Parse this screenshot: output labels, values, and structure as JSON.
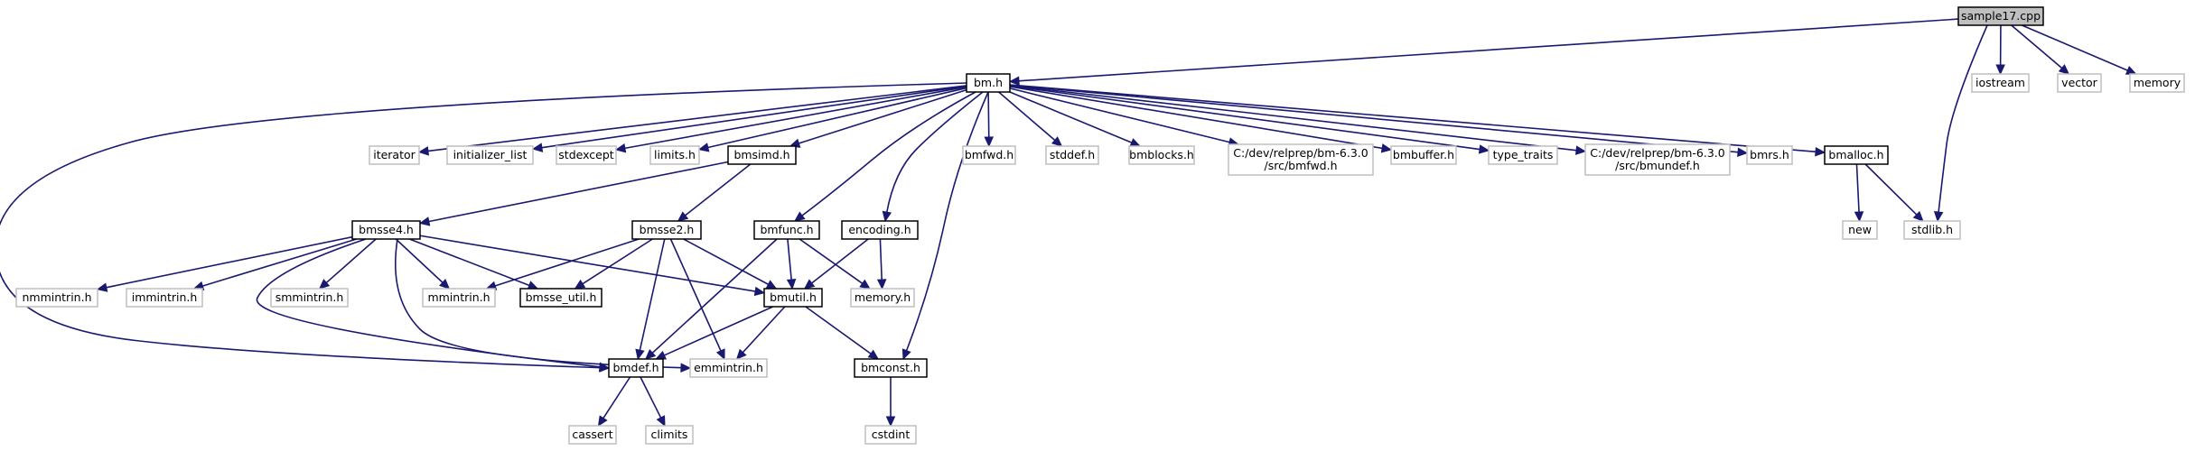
{
  "graph": {
    "colors": {
      "edge": "#191970",
      "documented_border": "#000000",
      "external_border": "#bfbfbf",
      "root_fill": "#bfbfbf",
      "background": "#ffffff"
    },
    "nodes": [
      {
        "id": "sample17",
        "lines": [
          "sample17.cpp"
        ],
        "kind": "root"
      },
      {
        "id": "iostream",
        "lines": [
          "iostream"
        ],
        "kind": "external"
      },
      {
        "id": "vector",
        "lines": [
          "vector"
        ],
        "kind": "external"
      },
      {
        "id": "memory",
        "lines": [
          "memory"
        ],
        "kind": "external"
      },
      {
        "id": "bm_h",
        "lines": [
          "bm.h"
        ],
        "kind": "documented"
      },
      {
        "id": "iterator",
        "lines": [
          "iterator"
        ],
        "kind": "external"
      },
      {
        "id": "initializer_list",
        "lines": [
          "initializer_list"
        ],
        "kind": "external"
      },
      {
        "id": "stdexcept",
        "lines": [
          "stdexcept"
        ],
        "kind": "external"
      },
      {
        "id": "limits_h",
        "lines": [
          "limits.h"
        ],
        "kind": "external"
      },
      {
        "id": "bmsimd_h",
        "lines": [
          "bmsimd.h"
        ],
        "kind": "documented"
      },
      {
        "id": "bmfwd_h",
        "lines": [
          "bmfwd.h"
        ],
        "kind": "external"
      },
      {
        "id": "stddef_h",
        "lines": [
          "stddef.h"
        ],
        "kind": "external"
      },
      {
        "id": "bmblocks_h",
        "lines": [
          "bmblocks.h"
        ],
        "kind": "external"
      },
      {
        "id": "bmfwd_path",
        "lines": [
          "C:/dev/relprep/bm-6.3.0",
          "/src/bmfwd.h"
        ],
        "kind": "external"
      },
      {
        "id": "bmbuffer_h",
        "lines": [
          "bmbuffer.h"
        ],
        "kind": "external"
      },
      {
        "id": "type_traits",
        "lines": [
          "type_traits"
        ],
        "kind": "external"
      },
      {
        "id": "bmundef_path",
        "lines": [
          "C:/dev/relprep/bm-6.3.0",
          "/src/bmundef.h"
        ],
        "kind": "external"
      },
      {
        "id": "bmrs_h",
        "lines": [
          "bmrs.h"
        ],
        "kind": "external"
      },
      {
        "id": "bmalloc_h",
        "lines": [
          "bmalloc.h"
        ],
        "kind": "documented"
      },
      {
        "id": "new",
        "lines": [
          "new"
        ],
        "kind": "external"
      },
      {
        "id": "stdlib_h",
        "lines": [
          "stdlib.h"
        ],
        "kind": "external"
      },
      {
        "id": "bmsse4_h",
        "lines": [
          "bmsse4.h"
        ],
        "kind": "documented"
      },
      {
        "id": "bmsse2_h",
        "lines": [
          "bmsse2.h"
        ],
        "kind": "documented"
      },
      {
        "id": "bmfunc_h",
        "lines": [
          "bmfunc.h"
        ],
        "kind": "documented"
      },
      {
        "id": "encoding_h",
        "lines": [
          "encoding.h"
        ],
        "kind": "documented"
      },
      {
        "id": "nmmintrin_h",
        "lines": [
          "nmmintrin.h"
        ],
        "kind": "external"
      },
      {
        "id": "immintrin_h",
        "lines": [
          "immintrin.h"
        ],
        "kind": "external"
      },
      {
        "id": "smmintrin_h",
        "lines": [
          "smmintrin.h"
        ],
        "kind": "external"
      },
      {
        "id": "mmintrin_h",
        "lines": [
          "mmintrin.h"
        ],
        "kind": "external"
      },
      {
        "id": "bmsse_util_h",
        "lines": [
          "bmsse_util.h"
        ],
        "kind": "documented"
      },
      {
        "id": "bmutil_h",
        "lines": [
          "bmutil.h"
        ],
        "kind": "documented"
      },
      {
        "id": "memory_h",
        "lines": [
          "memory.h"
        ],
        "kind": "external"
      },
      {
        "id": "bmdef_h",
        "lines": [
          "bmdef.h"
        ],
        "kind": "documented"
      },
      {
        "id": "emmintrin_h",
        "lines": [
          "emmintrin.h"
        ],
        "kind": "external"
      },
      {
        "id": "bmconst_h",
        "lines": [
          "bmconst.h"
        ],
        "kind": "documented"
      },
      {
        "id": "cassert",
        "lines": [
          "cassert"
        ],
        "kind": "external"
      },
      {
        "id": "climits",
        "lines": [
          "climits"
        ],
        "kind": "external"
      },
      {
        "id": "cstdint",
        "lines": [
          "cstdint"
        ],
        "kind": "external"
      }
    ],
    "edges": [
      [
        "sample17",
        "bm_h"
      ],
      [
        "sample17",
        "iostream"
      ],
      [
        "sample17",
        "vector"
      ],
      [
        "sample17",
        "memory"
      ],
      [
        "sample17",
        "stdlib_h"
      ],
      [
        "bm_h",
        "iterator"
      ],
      [
        "bm_h",
        "initializer_list"
      ],
      [
        "bm_h",
        "stdexcept"
      ],
      [
        "bm_h",
        "limits_h"
      ],
      [
        "bm_h",
        "bmsimd_h"
      ],
      [
        "bm_h",
        "bmfwd_h"
      ],
      [
        "bm_h",
        "stddef_h"
      ],
      [
        "bm_h",
        "bmblocks_h"
      ],
      [
        "bm_h",
        "bmfwd_path"
      ],
      [
        "bm_h",
        "bmbuffer_h"
      ],
      [
        "bm_h",
        "type_traits"
      ],
      [
        "bm_h",
        "bmundef_path"
      ],
      [
        "bm_h",
        "bmrs_h"
      ],
      [
        "bm_h",
        "bmalloc_h"
      ],
      [
        "bm_h",
        "bmdef_h"
      ],
      [
        "bm_h",
        "bmfunc_h"
      ],
      [
        "bm_h",
        "encoding_h"
      ],
      [
        "bm_h",
        "bmconst_h"
      ],
      [
        "bmalloc_h",
        "new"
      ],
      [
        "bmalloc_h",
        "stdlib_h"
      ],
      [
        "bmsimd_h",
        "bmsse4_h"
      ],
      [
        "bmsimd_h",
        "bmsse2_h"
      ],
      [
        "bmsse4_h",
        "nmmintrin_h"
      ],
      [
        "bmsse4_h",
        "immintrin_h"
      ],
      [
        "bmsse4_h",
        "smmintrin_h"
      ],
      [
        "bmsse4_h",
        "mmintrin_h"
      ],
      [
        "bmsse4_h",
        "bmsse_util_h"
      ],
      [
        "bmsse4_h",
        "bmutil_h"
      ],
      [
        "bmsse4_h",
        "bmdef_h"
      ],
      [
        "bmsse4_h",
        "emmintrin_h"
      ],
      [
        "bmsse2_h",
        "mmintrin_h"
      ],
      [
        "bmsse2_h",
        "bmsse_util_h"
      ],
      [
        "bmsse2_h",
        "bmutil_h"
      ],
      [
        "bmsse2_h",
        "bmdef_h"
      ],
      [
        "bmsse2_h",
        "emmintrin_h"
      ],
      [
        "bmfunc_h",
        "bmdef_h"
      ],
      [
        "bmfunc_h",
        "bmutil_h"
      ],
      [
        "bmfunc_h",
        "memory_h"
      ],
      [
        "encoding_h",
        "bmutil_h"
      ],
      [
        "encoding_h",
        "memory_h"
      ],
      [
        "bmutil_h",
        "bmdef_h"
      ],
      [
        "bmutil_h",
        "emmintrin_h"
      ],
      [
        "bmutil_h",
        "bmconst_h"
      ],
      [
        "bmdef_h",
        "cassert"
      ],
      [
        "bmdef_h",
        "climits"
      ],
      [
        "bmconst_h",
        "cstdint"
      ]
    ]
  }
}
